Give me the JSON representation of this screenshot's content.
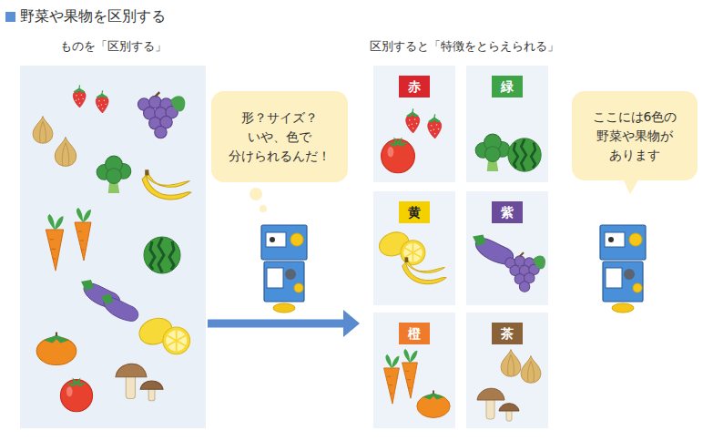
{
  "diagram": {
    "title": "野菜や果物を区別する",
    "nodes": [
      {
        "text": [
          "ものを「区別する」"
        ]
      },
      {
        "text": [
          "形？サイズ？ いや、色で 分けられるんだ！"
        ]
      },
      {
        "text": [
          "区別すると「特徴をとらえられる」"
        ]
      },
      {
        "text": [
          "赤"
        ],
        "in": 2
      },
      {
        "text": [
          "緑"
        ],
        "in": 2
      },
      {
        "text": [
          "黄"
        ],
        "in": 2
      },
      {
        "text": [
          "紫"
        ],
        "in": 2
      },
      {
        "text": [
          "橙"
        ],
        "in": 2
      },
      {
        "text": [
          "茶"
        ],
        "in": 2
      },
      {
        "text": [
          "ここには6色の 野菜や果物が あります"
        ]
      }
    ],
    "edges": [
      {
        "from": 0,
        "to": 2,
        "arrow": "to"
      }
    ]
  }
}
